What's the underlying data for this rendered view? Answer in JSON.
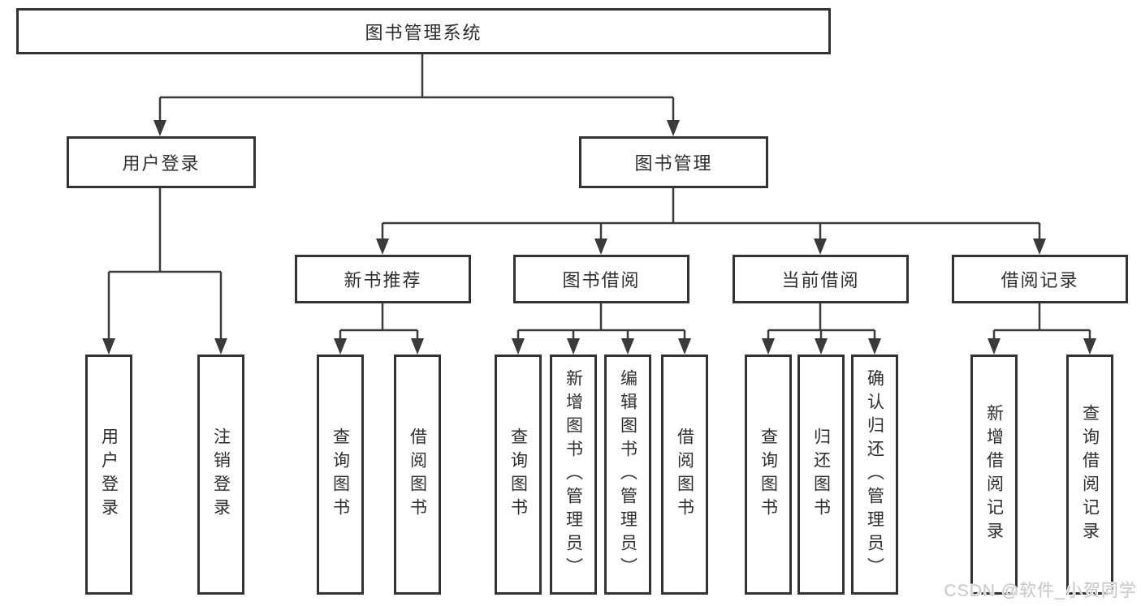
{
  "tree": {
    "root": "图书管理系统",
    "level2": [
      {
        "label": "用户登录",
        "children": [
          "用户登录",
          "注销登录"
        ]
      },
      {
        "label": "图书管理",
        "children": [
          {
            "label": "新书推荐",
            "children": [
              "查询图书",
              "借阅图书"
            ]
          },
          {
            "label": "图书借阅",
            "children": [
              "查询图书",
              "新增图书（管理员）",
              "编辑图书（管理员）",
              "借阅图书"
            ]
          },
          {
            "label": "当前借阅",
            "children": [
              "查询图书",
              "归还图书",
              "确认归还（管理员）"
            ]
          },
          {
            "label": "借阅记录",
            "children": [
              "新增借阅记录",
              "查询借阅记录"
            ]
          }
        ]
      }
    ]
  },
  "watermark": "CSDN @软件_小贺同学",
  "colors": {
    "line": "#3a3a3a",
    "box_border": "#333333",
    "text": "#2e2e2e",
    "watermark": "#c9c9c9",
    "background": "#ffffff"
  }
}
